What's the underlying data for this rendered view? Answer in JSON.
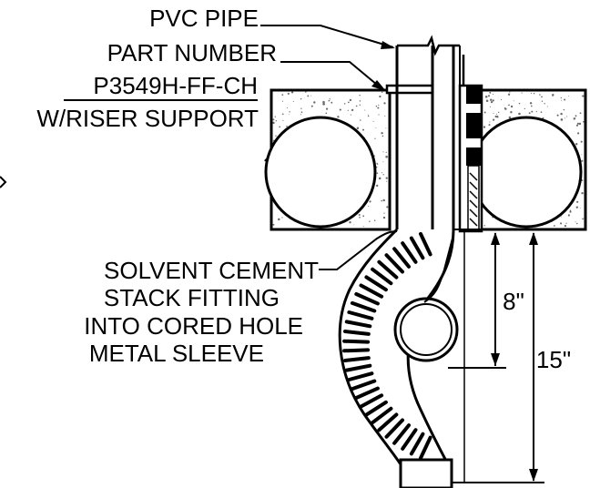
{
  "labels": {
    "pvc_pipe": "PVC PIPE",
    "part_number": "PART NUMBER",
    "part_code": "P3549H-FF-CH",
    "riser_support": "W/RISER SUPPORT",
    "solvent_cement": "SOLVENT CEMENT",
    "stack_fitting": "STACK FITTING",
    "cored_hole": "INTO CORED HOLE",
    "metal_sleeve": "METAL SLEEVE"
  },
  "dimensions": {
    "short": "8\"",
    "long": "15\""
  },
  "colors": {
    "ink": "#000000",
    "paper": "#ffffff",
    "concrete_speckle": "#6b6b6b"
  }
}
